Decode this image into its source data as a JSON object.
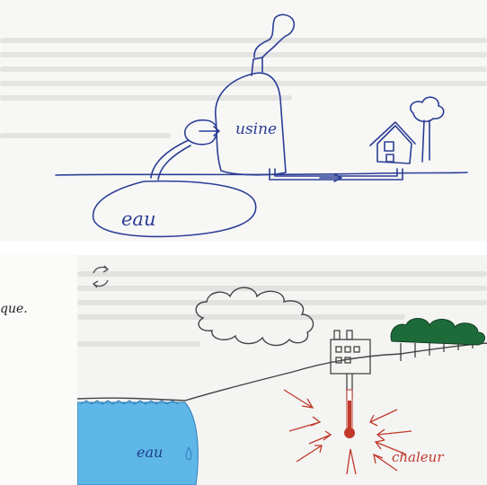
{
  "top_drawing": {
    "labels": {
      "factory": "usine",
      "water": "eau"
    },
    "colors": {
      "ink": "#2c3e95",
      "paper": "#f7f7f6"
    }
  },
  "bottom_drawing": {
    "labels": {
      "water": "eau",
      "heat": "chaleur"
    },
    "colors": {
      "water": "#5fb6e8",
      "heat": "#c0392b",
      "trees": "#1e6b3a",
      "ink": "#333333"
    },
    "icons": [
      "recycle-icon",
      "thermometer-icon"
    ]
  },
  "left_scrap": {
    "text": "que."
  }
}
